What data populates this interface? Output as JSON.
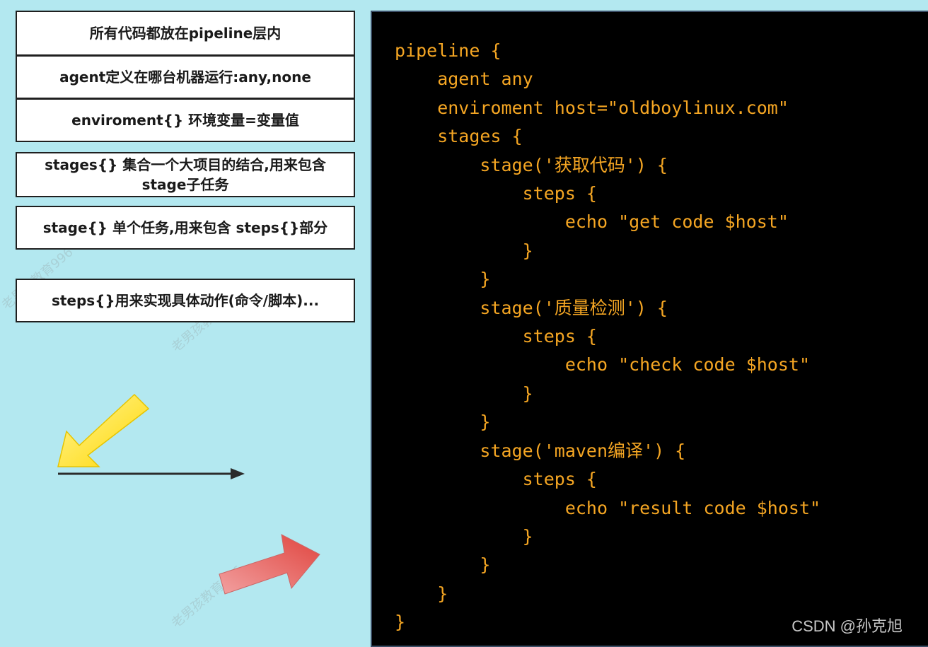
{
  "concepts": [
    "所有代码都放在pipeline层内",
    "agent定义在哪台机器运行:any,none",
    "enviroment{} 环境变量=变量值",
    "stages{}  集合一个大项目的结合,用来包含stage子任务",
    "stage{} 单个任务,用来包含 steps{}部分",
    "steps{}用来实现具体动作(命令/脚本)..."
  ],
  "code": [
    "pipeline {",
    "    agent any",
    "    enviroment host=\"oldboylinux.com\"",
    "    stages {",
    "        stage('获取代码') {",
    "            steps {",
    "                echo \"get code $host\"",
    "            }",
    "        }",
    "        stage('质量检测') {",
    "            steps {",
    "                echo \"check code $host\"",
    "            }",
    "        }",
    "        stage('maven编译') {",
    "            steps {",
    "                echo \"result code $host\"",
    "            }",
    "        }",
    "    }",
    "}"
  ],
  "watermark": "CSDN @孙克旭",
  "background_watermark": "老男孩教育996",
  "colors": {
    "background": "#b3e8f0",
    "code_bg": "#000000",
    "code_text": "#f5a623",
    "yellow_arrow": "#ffe135",
    "red_arrow": "#e05a5a"
  }
}
